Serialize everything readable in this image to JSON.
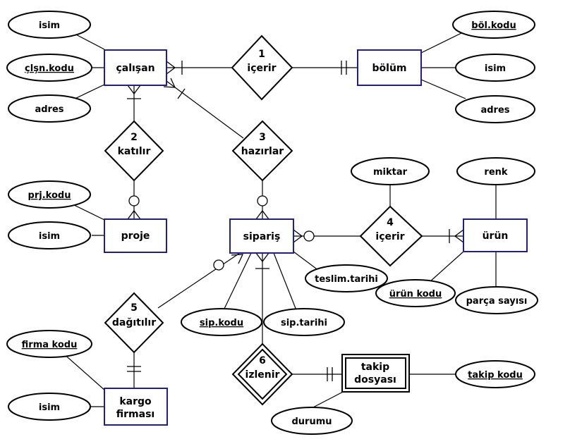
{
  "entities": {
    "calisan": {
      "label": "çalışan"
    },
    "bolum": {
      "label": "bölüm"
    },
    "proje": {
      "label": "proje"
    },
    "siparis": {
      "label": "sipariş"
    },
    "urun": {
      "label": "ürün"
    },
    "kargo": {
      "line1": "kargo",
      "line2": "firması"
    },
    "takip": {
      "line1": "takip",
      "line2": "dosyası"
    }
  },
  "relationships": {
    "r1": {
      "number": "1",
      "label": "içerir"
    },
    "r2": {
      "number": "2",
      "label": "katılır"
    },
    "r3": {
      "number": "3",
      "label": "hazırlar"
    },
    "r4": {
      "number": "4",
      "label": "içerir"
    },
    "r5": {
      "number": "5",
      "label": "dağıtılır"
    },
    "r6": {
      "number": "6",
      "label": "izlenir"
    }
  },
  "attributes": {
    "calisan_isim": {
      "label": "isim"
    },
    "calisan_kodu": {
      "label": "çlşn.kodu"
    },
    "calisan_adres": {
      "label": "adres"
    },
    "bolum_kodu": {
      "label": "böl.kodu"
    },
    "bolum_isim": {
      "label": "isim"
    },
    "bolum_adres": {
      "label": "adres"
    },
    "proje_kodu": {
      "label": "prj.kodu"
    },
    "proje_isim": {
      "label": "isim"
    },
    "miktar": {
      "label": "miktar"
    },
    "renk": {
      "label": "renk"
    },
    "teslim": {
      "label": "teslim.tarihi"
    },
    "urun_kodu": {
      "label": "ürün kodu"
    },
    "parca": {
      "label": "parça sayısı"
    },
    "sip_kodu": {
      "label": "sip.kodu"
    },
    "sip_tarihi": {
      "label": "sip.tarihi"
    },
    "firma_kodu": {
      "label": "firma kodu"
    },
    "kargo_isim": {
      "label": "isim"
    },
    "takip_kodu": {
      "label": "takip kodu"
    },
    "durumu": {
      "label": "durumu"
    }
  }
}
